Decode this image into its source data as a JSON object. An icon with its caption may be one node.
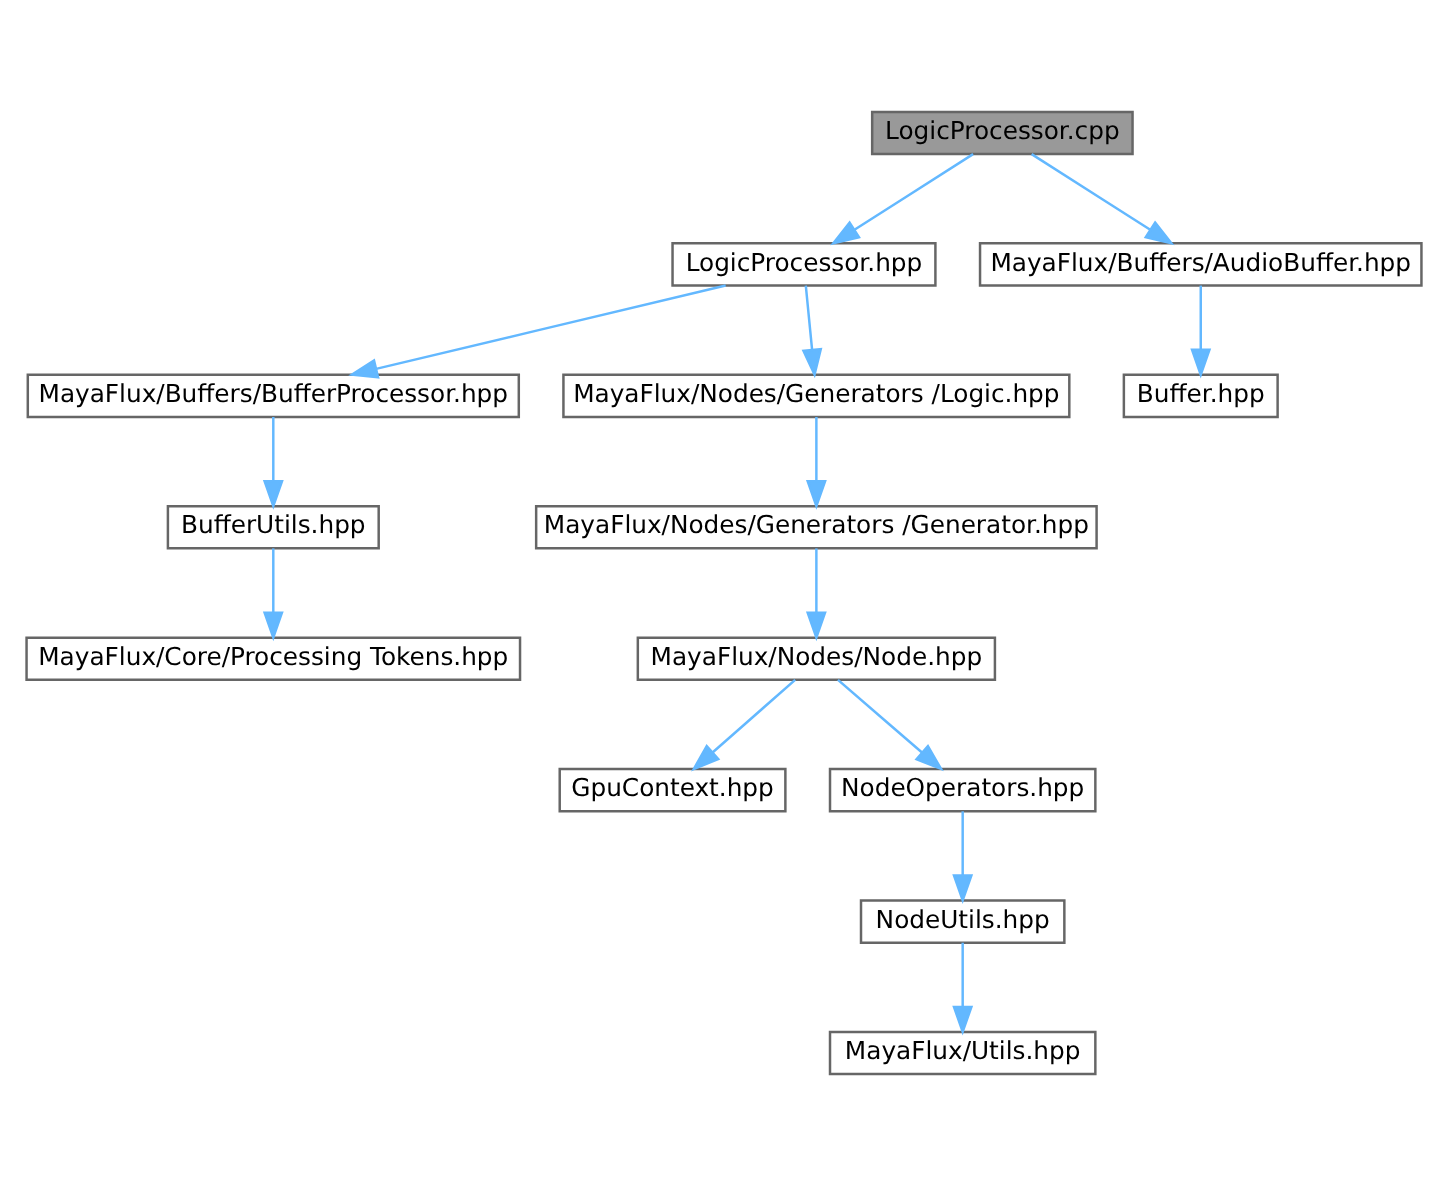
{
  "diagram": {
    "nodes": [
      {
        "text": [
          "LogicProcessor.cpp"
        ]
      },
      {
        "text": [
          "LogicProcessor.hpp"
        ]
      },
      {
        "text": [
          "MayaFlux/Buffers/AudioBuffer.hpp"
        ]
      },
      {
        "text": [
          "MayaFlux/Buffers/BufferProcessor.hpp"
        ]
      },
      {
        "text": [
          "MayaFlux/Nodes/Generators /Logic.hpp"
        ]
      },
      {
        "text": [
          "Buffer.hpp"
        ]
      },
      {
        "text": [
          "BufferUtils.hpp"
        ]
      },
      {
        "text": [
          "MayaFlux/Nodes/Generators /Generator.hpp"
        ]
      },
      {
        "text": [
          "MayaFlux/Core/Processing Tokens.hpp"
        ]
      },
      {
        "text": [
          "MayaFlux/Nodes/Node.hpp"
        ]
      },
      {
        "text": [
          "GpuContext.hpp"
        ]
      },
      {
        "text": [
          "NodeOperators.hpp"
        ]
      },
      {
        "text": [
          "NodeUtils.hpp"
        ]
      },
      {
        "text": [
          "MayaFlux/Utils.hpp"
        ]
      }
    ],
    "edges": [
      {
        "from": 0,
        "to": 1,
        "arrow": "to"
      },
      {
        "from": 0,
        "to": 2,
        "arrow": "to"
      },
      {
        "from": 1,
        "to": 3,
        "arrow": "to"
      },
      {
        "from": 1,
        "to": 4,
        "arrow": "to"
      },
      {
        "from": 2,
        "to": 5,
        "arrow": "to"
      },
      {
        "from": 3,
        "to": 6,
        "arrow": "to"
      },
      {
        "from": 4,
        "to": 7,
        "arrow": "to"
      },
      {
        "from": 6,
        "to": 8,
        "arrow": "to"
      },
      {
        "from": 7,
        "to": 9,
        "arrow": "to"
      },
      {
        "from": 9,
        "to": 10,
        "arrow": "to"
      },
      {
        "from": 9,
        "to": 11,
        "arrow": "to"
      },
      {
        "from": 11,
        "to": 12,
        "arrow": "to"
      },
      {
        "from": 12,
        "to": 13,
        "arrow": "to"
      }
    ]
  }
}
